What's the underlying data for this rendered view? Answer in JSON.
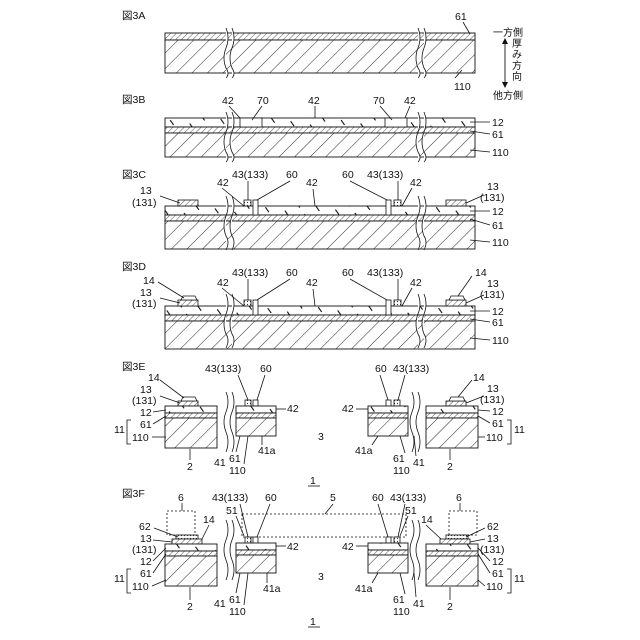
{
  "figure": {
    "panels": [
      {
        "id": "3A",
        "title": "図3A",
        "labels": {
          "film": "61",
          "base": "110"
        },
        "direction": {
          "one_side": "一方側",
          "thickness_direction": "厚み方向",
          "other_side": "他方側"
        }
      },
      {
        "id": "3B",
        "title": "図3B",
        "labels": {
          "opening_left": "42",
          "film70_left": "70",
          "opening_center": "42",
          "film70_right": "70",
          "opening_right": "42",
          "layer12": "12",
          "layer61": "61",
          "layer110": "110"
        }
      },
      {
        "id": "3C",
        "title": "図3C",
        "labels": {
          "pad13_left": "13",
          "pad131_left": "(131)",
          "bump_left": "43(133)",
          "wire60_left": "60",
          "top42_left": "42",
          "center42": "42",
          "wire60_right": "60",
          "bump_right": "43(133)",
          "top42_right": "42",
          "pad13_right": "13",
          "pad131_right": "(131)",
          "layer12": "12",
          "layer61": "61",
          "layer110": "110"
        }
      },
      {
        "id": "3D",
        "title": "図3D",
        "labels": {
          "solder14_left": "14",
          "pad13_left": "13",
          "pad131_left": "(131)",
          "bump_left": "43(133)",
          "wire60_left": "60",
          "top42_left": "42",
          "center42": "42",
          "wire60_right": "60",
          "bump_right": "43(133)",
          "top42_right": "42",
          "solder14_right": "14",
          "pad13_right": "13",
          "pad131_right": "(131)",
          "layer12": "12",
          "layer61": "61",
          "layer110": "110"
        }
      },
      {
        "id": "3E",
        "title": "図3E",
        "labels": {
          "l14": "14",
          "l13": "13",
          "l131": "(131)",
          "l12": "12",
          "l61": "61",
          "l110": "110",
          "l11": "11",
          "bump_left": "43(133)",
          "wire60_left": "60",
          "l42_left": "42",
          "l41a_left": "41a",
          "l41_left": "41",
          "l61b_left": "61",
          "l110b_left": "110",
          "l2_left": "2",
          "center3": "3",
          "center1": "1",
          "wire60_right": "60",
          "bump_right": "43(133)",
          "l42_right": "42",
          "l41a_right": "41a",
          "l61b_right": "61",
          "l110b_right": "110",
          "l41_right": "41",
          "r14": "14",
          "r13": "13",
          "r131": "(131)",
          "r12": "12",
          "r61": "61",
          "r110": "110",
          "r11": "11",
          "r2": "2"
        }
      },
      {
        "id": "3F",
        "title": "図3F",
        "labels": {
          "l6": "6",
          "l62": "62",
          "l13": "13",
          "l131": "(131)",
          "l12": "12",
          "l61": "61",
          "l110": "110",
          "l11": "11",
          "l14": "14",
          "bump_left": "43(133)",
          "l51_left": "51",
          "wire60_left": "60",
          "l42_left": "42",
          "l41a_left": "41a",
          "l41_left": "41",
          "l61b_left": "61",
          "l110b_left": "110",
          "l2_left": "2",
          "l5": "5",
          "center3": "3",
          "center1": "1",
          "wire60_right": "60",
          "bump_right": "43(133)",
          "l51_right": "51",
          "r14": "14",
          "l42_right": "42",
          "l41a_right": "41a",
          "l61b_right": "61",
          "l110b_right": "110",
          "l41_right": "41",
          "r6": "6",
          "r62": "62",
          "r13": "13",
          "r131": "(131)",
          "r12": "12",
          "r61": "61",
          "r110": "110",
          "r11": "11",
          "r2": "2"
        }
      }
    ]
  }
}
